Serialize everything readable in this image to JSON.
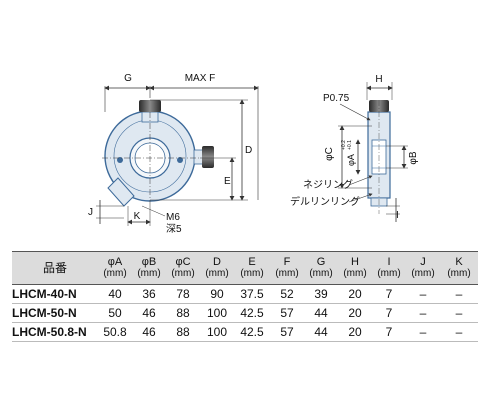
{
  "drawing": {
    "dims": {
      "g": "G",
      "max_f": "MAX F",
      "d": "D",
      "e": "E",
      "j": "J",
      "k": "K",
      "m6": "M6",
      "depth5": "深5",
      "h": "H",
      "p075": "P0.75",
      "phi_c": "φC",
      "phi_a": "φA",
      "phi_a_tol_top": "+0.2",
      "phi_a_tol_bot": "+0.1",
      "phi_b": "φB",
      "i": "I"
    },
    "callouts": {
      "neji_ring": "ネジリング",
      "derlin_ring": "デルリンリング"
    },
    "colors": {
      "body_edge": "#3d6a9a",
      "body_fill": "#dfe8f1",
      "dim_line": "#333333"
    }
  },
  "spec_table": {
    "header_model": "品番",
    "columns": [
      {
        "label": "φA",
        "unit": "(mm)"
      },
      {
        "label": "φB",
        "unit": "(mm)"
      },
      {
        "label": "φC",
        "unit": "(mm)"
      },
      {
        "label": "D",
        "unit": "(mm)"
      },
      {
        "label": "E",
        "unit": "(mm)"
      },
      {
        "label": "F",
        "unit": "(mm)"
      },
      {
        "label": "G",
        "unit": "(mm)"
      },
      {
        "label": "H",
        "unit": "(mm)"
      },
      {
        "label": "I",
        "unit": "(mm)"
      },
      {
        "label": "J",
        "unit": "(mm)"
      },
      {
        "label": "K",
        "unit": "(mm)"
      }
    ],
    "rows": [
      {
        "model": "LHCM-40-N",
        "values": [
          "40",
          "36",
          "78",
          "90",
          "37.5",
          "52",
          "39",
          "20",
          "7",
          "–",
          "–"
        ]
      },
      {
        "model": "LHCM-50-N",
        "values": [
          "50",
          "46",
          "88",
          "100",
          "42.5",
          "57",
          "44",
          "20",
          "7",
          "–",
          "–"
        ]
      },
      {
        "model": "LHCM-50.8-N",
        "values": [
          "50.8",
          "46",
          "88",
          "100",
          "42.5",
          "57",
          "44",
          "20",
          "7",
          "–",
          "–"
        ]
      }
    ]
  }
}
